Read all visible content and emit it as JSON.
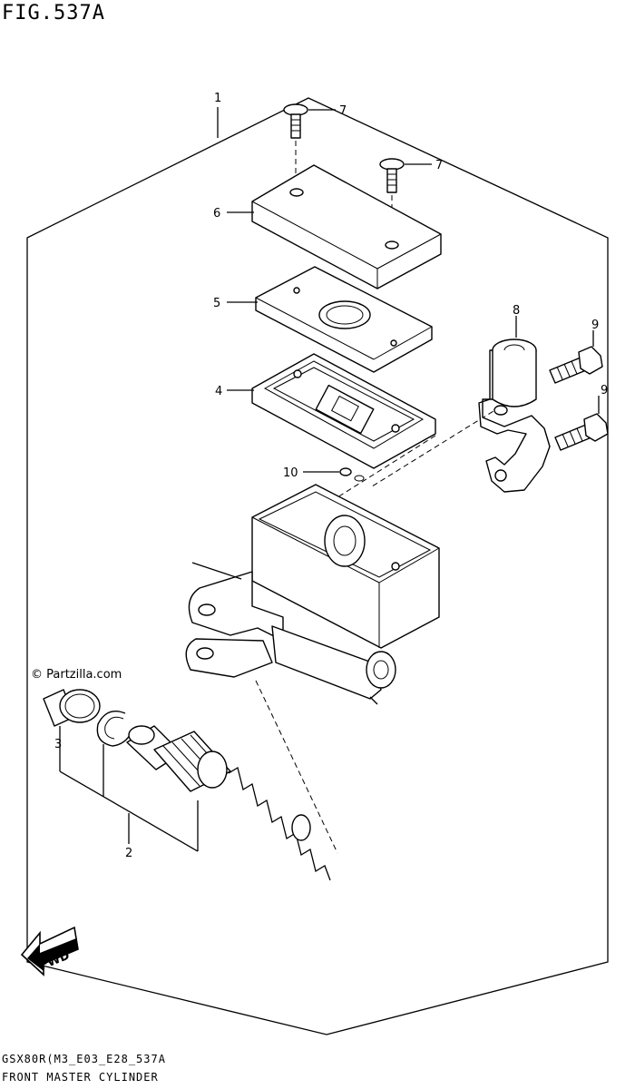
{
  "figure_title": "FIG.537A",
  "watermark": "© Partzilla.com",
  "footer_code": "GSX80R(M3_E03_E28_537A",
  "footer_title": "FRONT MASTER CYLINDER",
  "fwd_label": "FWD",
  "callouts": {
    "c1": "1",
    "c2": "2",
    "c3": "3",
    "c4": "4",
    "c5": "5",
    "c6": "6",
    "c7a": "7",
    "c7b": "7",
    "c8": "8",
    "c9a": "9",
    "c9b": "9",
    "c10": "10"
  }
}
